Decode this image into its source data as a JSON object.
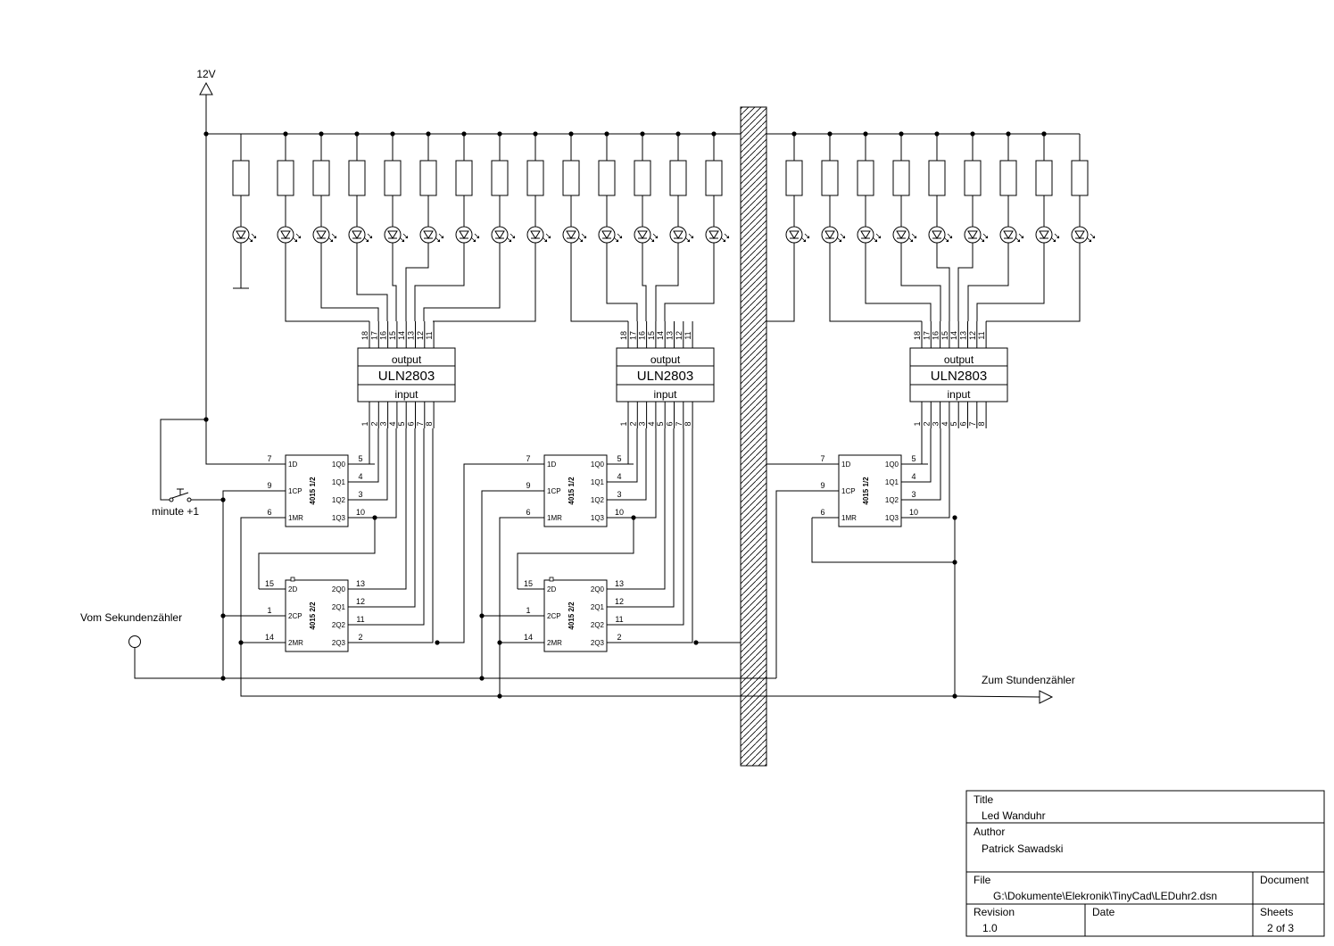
{
  "labels": {
    "supply": "12V",
    "switch": "minute +1",
    "input": "Vom Sekundenzähler",
    "output": "Zum Stundenzähler"
  },
  "driver": {
    "name": "ULN2803",
    "top_label": "output",
    "bottom_label": "input",
    "out_pins": [
      "18",
      "17",
      "16",
      "15",
      "14",
      "13",
      "12",
      "11"
    ],
    "in_pins": [
      "1",
      "2",
      "3",
      "4",
      "5",
      "6",
      "7",
      "8"
    ]
  },
  "shift_a": {
    "name": "4015 1/2",
    "pins_left": [
      "1D",
      "1CP",
      "1MR"
    ],
    "pins_right": [
      "1Q0",
      "1Q1",
      "1Q2",
      "1Q3"
    ],
    "nums_left": [
      "7",
      "9",
      "6"
    ],
    "nums_right": [
      "5",
      "4",
      "3",
      "10"
    ]
  },
  "shift_b": {
    "name": "4015 2/2",
    "pins_left": [
      "2D",
      "2CP",
      "2MR"
    ],
    "pins_right": [
      "2Q0",
      "2Q1",
      "2Q2",
      "2Q3"
    ],
    "nums_left": [
      "15",
      "1",
      "14"
    ],
    "nums_right": [
      "13",
      "12",
      "11",
      "2"
    ]
  },
  "title_block": {
    "title_label": "Title",
    "title": "Led Wanduhr",
    "author_label": "Author",
    "author": "Patrick Sawadski",
    "file_label": "File",
    "file": "G:\\Dokumente\\Elekronik\\TinyCad\\LEDuhr2.dsn",
    "document_label": "Document",
    "revision_label": "Revision",
    "revision": "1.0",
    "date_label": "Date",
    "sheets_label": "Sheets",
    "sheets": "2 of 3"
  }
}
